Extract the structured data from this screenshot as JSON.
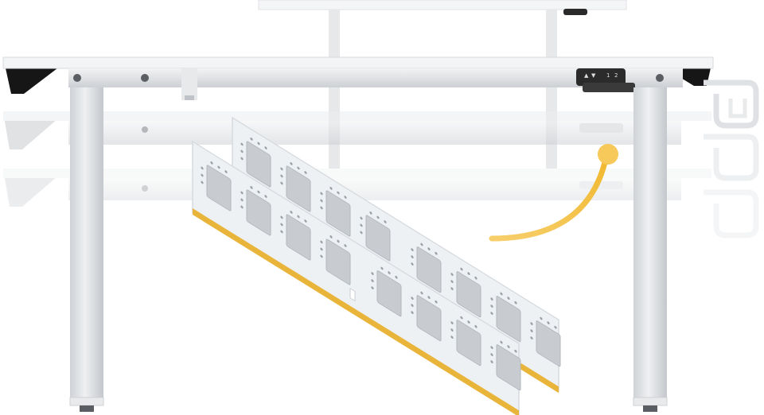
{
  "scene": {
    "subject": "height-adjustable-standing-desk-frame",
    "overlay": "dual-memory-module-illustration",
    "callout": "memory-preset-indicator",
    "height_positions_shown": 3
  },
  "control_panel": {
    "icons": [
      "arrow-up-icon",
      "arrow-down-icon",
      "preset-1-icon",
      "preset-2-icon"
    ]
  },
  "colors": {
    "background": "#ffffff",
    "frame": "#e2e4e6",
    "frame_shadow": "#c9ccd0",
    "desktop_edge": "#1a1a1a",
    "module_board": "#eef1f4",
    "module_chip": "#c8ccd1",
    "gold_contacts": "#e8b43a",
    "callout_accent": "#f6c95a"
  }
}
